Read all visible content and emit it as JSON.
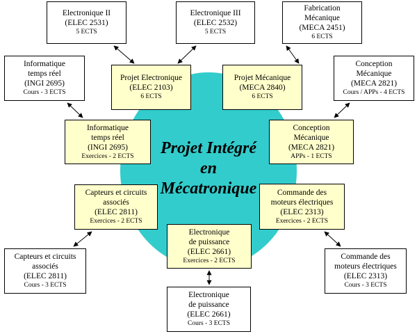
{
  "central_title": [
    "Projet Intégré",
    "en",
    "Mécatronique"
  ],
  "colors": {
    "circle": "#33CCCC",
    "project_box": "#FFFFCC",
    "course_box": "#FFFFFF",
    "border": "#000000"
  },
  "project_courses": [
    {
      "name": [
        "Projet Electronique"
      ],
      "code": "(ELEC 2103)",
      "credits": "6 ECTS"
    },
    {
      "name": [
        "Projet Mécanique"
      ],
      "code": "(MECA 2840)",
      "credits": "6 ECTS"
    },
    {
      "name": [
        "Informatique",
        "temps réel"
      ],
      "code": "(INGI 2695)",
      "credits": "Exercices - 2 ECTS"
    },
    {
      "name": [
        "Conception",
        "Mécanique"
      ],
      "code": "(MECA 2821)",
      "credits": "APPs - 1 ECTS"
    },
    {
      "name": [
        "Capteurs et circuits",
        "associés"
      ],
      "code": "(ELEC 2811)",
      "credits": "Exercices - 2 ECTS"
    },
    {
      "name": [
        "Commande des",
        "moteurs électriques"
      ],
      "code": "(ELEC 2313)",
      "credits": "Exercices - 2 ECTS"
    },
    {
      "name": [
        "Electronique",
        "de puissance"
      ],
      "code": "(ELEC 2661)",
      "credits": "Exercices - 2 ECTS"
    }
  ],
  "linked_courses": [
    {
      "name": [
        "Electronique II"
      ],
      "code": "(ELEC 2531)",
      "credits": "5 ECTS"
    },
    {
      "name": [
        "Electronique III"
      ],
      "code": "(ELEC 2532)",
      "credits": "5 ECTS"
    },
    {
      "name": [
        "Fabrication",
        "Mécanique"
      ],
      "code": "(MECA 2451)",
      "credits": "6 ECTS"
    },
    {
      "name": [
        "Informatique",
        "temps réel"
      ],
      "code": "(INGI 2695)",
      "credits": "Cours - 3 ECTS"
    },
    {
      "name": [
        "Conception",
        "Mécanique"
      ],
      "code": "(MECA 2821)",
      "credits": "Cours / APPs - 4 ECTS"
    },
    {
      "name": [
        "Capteurs et circuits",
        "associés"
      ],
      "code": "(ELEC 2811)",
      "credits": "Cours - 3 ECTS"
    },
    {
      "name": [
        "Commande des",
        "moteurs électriques"
      ],
      "code": "(ELEC 2313)",
      "credits": "Cours - 3 ECTS"
    },
    {
      "name": [
        "Electronique",
        "de puissance"
      ],
      "code": "(ELEC 2661)",
      "credits": "Cours - 3 ECTS"
    }
  ]
}
